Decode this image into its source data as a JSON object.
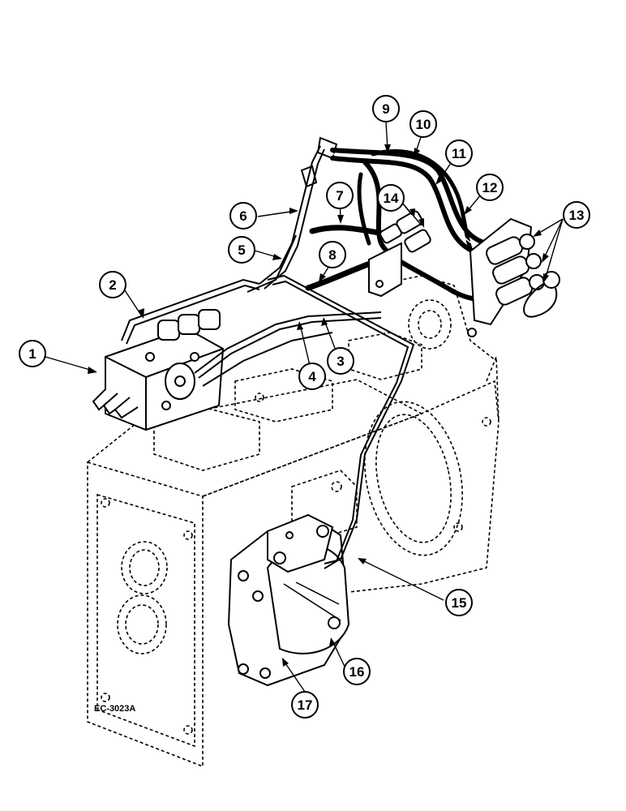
{
  "figure_code": "EC-3023A",
  "callouts": [
    "1",
    "2",
    "3",
    "4",
    "5",
    "6",
    "7",
    "8",
    "9",
    "10",
    "11",
    "12",
    "13",
    "14",
    "15",
    "16",
    "17"
  ],
  "colors": {
    "line": "#000000",
    "background": "#ffffff"
  }
}
